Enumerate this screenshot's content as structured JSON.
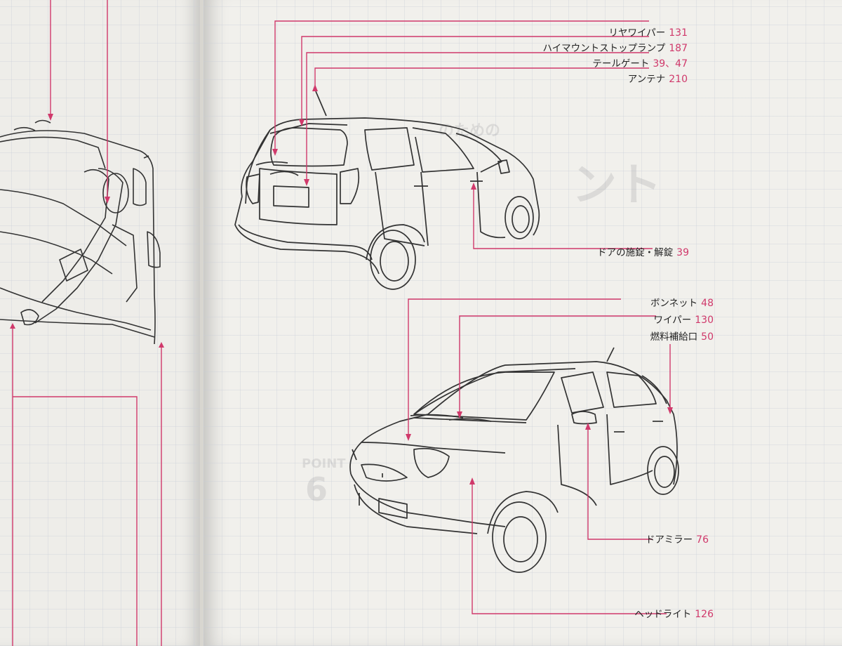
{
  "labels": {
    "rear_wiper": {
      "text": "リヤワイパー",
      "page": "131"
    },
    "high_mount_stop_lamp": {
      "text": "ハイマウントストップランプ",
      "page": "187"
    },
    "tailgate": {
      "text": "テールゲート",
      "page": "39、47"
    },
    "antenna": {
      "text": "アンテナ",
      "page": "210"
    },
    "door_lock": {
      "text": "ドアの施錠・解錠",
      "page": "39"
    },
    "bonnet": {
      "text": "ボンネット",
      "page": "48"
    },
    "wiper": {
      "text": "ワイパー",
      "page": "130"
    },
    "fuel_filler": {
      "text": "燃料補給口",
      "page": "50"
    },
    "door_mirror": {
      "text": "ドアミラー",
      "page": "76"
    },
    "headlight": {
      "text": "ヘッドライト",
      "page": "126"
    }
  },
  "watermark": {
    "heading_small": "のための",
    "heading_large": "ント",
    "point": "POINT",
    "point_number": "6"
  },
  "colors": {
    "leader_line": "#d0396b",
    "page_number": "#d0396b",
    "label_text": "#222222"
  }
}
